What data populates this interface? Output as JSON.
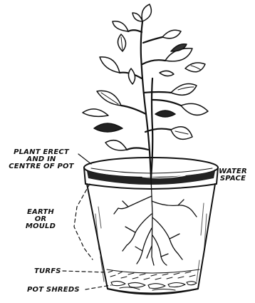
{
  "labels": {
    "plant_erect": [
      "PLANT ERECT",
      "AND IN",
      "CENTRE OF POT"
    ],
    "water_space": [
      "WATER",
      "SPACE"
    ],
    "earth_mould": [
      "EARTH",
      "OR",
      "MOULD"
    ],
    "turfs": "TURFS",
    "pot_shreds": "POT SHREDS"
  },
  "colors": {
    "ink": "#111111",
    "paper": "#ffffff"
  }
}
